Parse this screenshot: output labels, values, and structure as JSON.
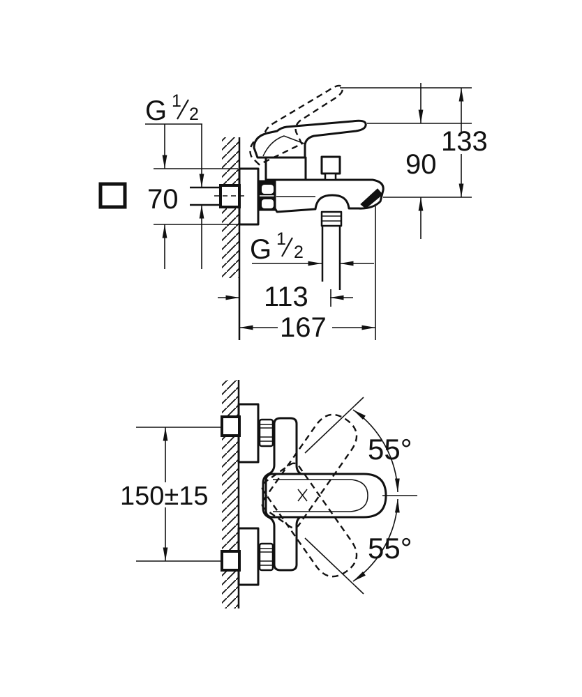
{
  "drawing": {
    "side_view": {
      "wall_thread": {
        "prefix": "G",
        "numerator": "1",
        "denominator": "2"
      },
      "escutcheon_width": "70",
      "height_to_spout": "90",
      "height_total": "133",
      "hose_thread": {
        "prefix": "G",
        "numerator": "1",
        "denominator": "2"
      },
      "depth_to_hose": "113",
      "depth_total": "167"
    },
    "plan_view": {
      "hole_distance": "150±15",
      "swing_angle_up": "55°",
      "swing_angle_down": "55°"
    }
  },
  "colors": {
    "line": "#111111",
    "background": "#ffffff"
  }
}
